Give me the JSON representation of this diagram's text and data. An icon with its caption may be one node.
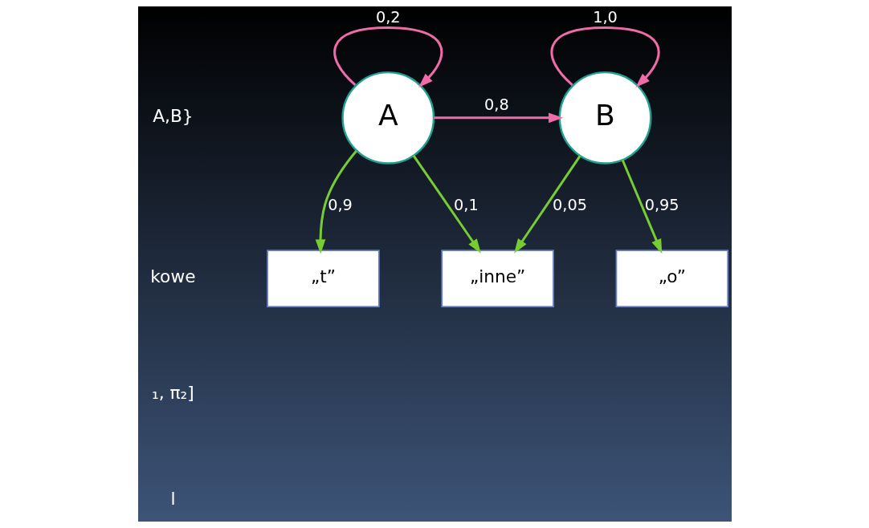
{
  "diagram": {
    "nodes": [
      {
        "text": [
          "A"
        ]
      },
      {
        "text": [
          "B"
        ]
      },
      {
        "text": [
          "„t”"
        ]
      },
      {
        "text": [
          "„inne”"
        ]
      },
      {
        "text": [
          "„o”"
        ]
      }
    ],
    "edges": [
      {
        "from": 0,
        "to": 0,
        "arrow": "to",
        "label": "0,2",
        "color": "#f06ca8"
      },
      {
        "from": 0,
        "to": 1,
        "arrow": "to",
        "label": "0,8",
        "color": "#f06ca8"
      },
      {
        "from": 1,
        "to": 1,
        "arrow": "to",
        "label": "1,0",
        "color": "#f06ca8"
      },
      {
        "from": 0,
        "to": 2,
        "arrow": "to",
        "label": "0,9"
      },
      {
        "from": 0,
        "to": 3,
        "arrow": "to",
        "label": "0,1"
      },
      {
        "from": 1,
        "to": 3,
        "arrow": "to",
        "label": "0,05"
      },
      {
        "from": 1,
        "to": 4,
        "arrow": "to",
        "label": "0,95"
      }
    ],
    "labels": [
      "A,B}",
      "kowe",
      "₁, π₂]",
      "l"
    ]
  }
}
